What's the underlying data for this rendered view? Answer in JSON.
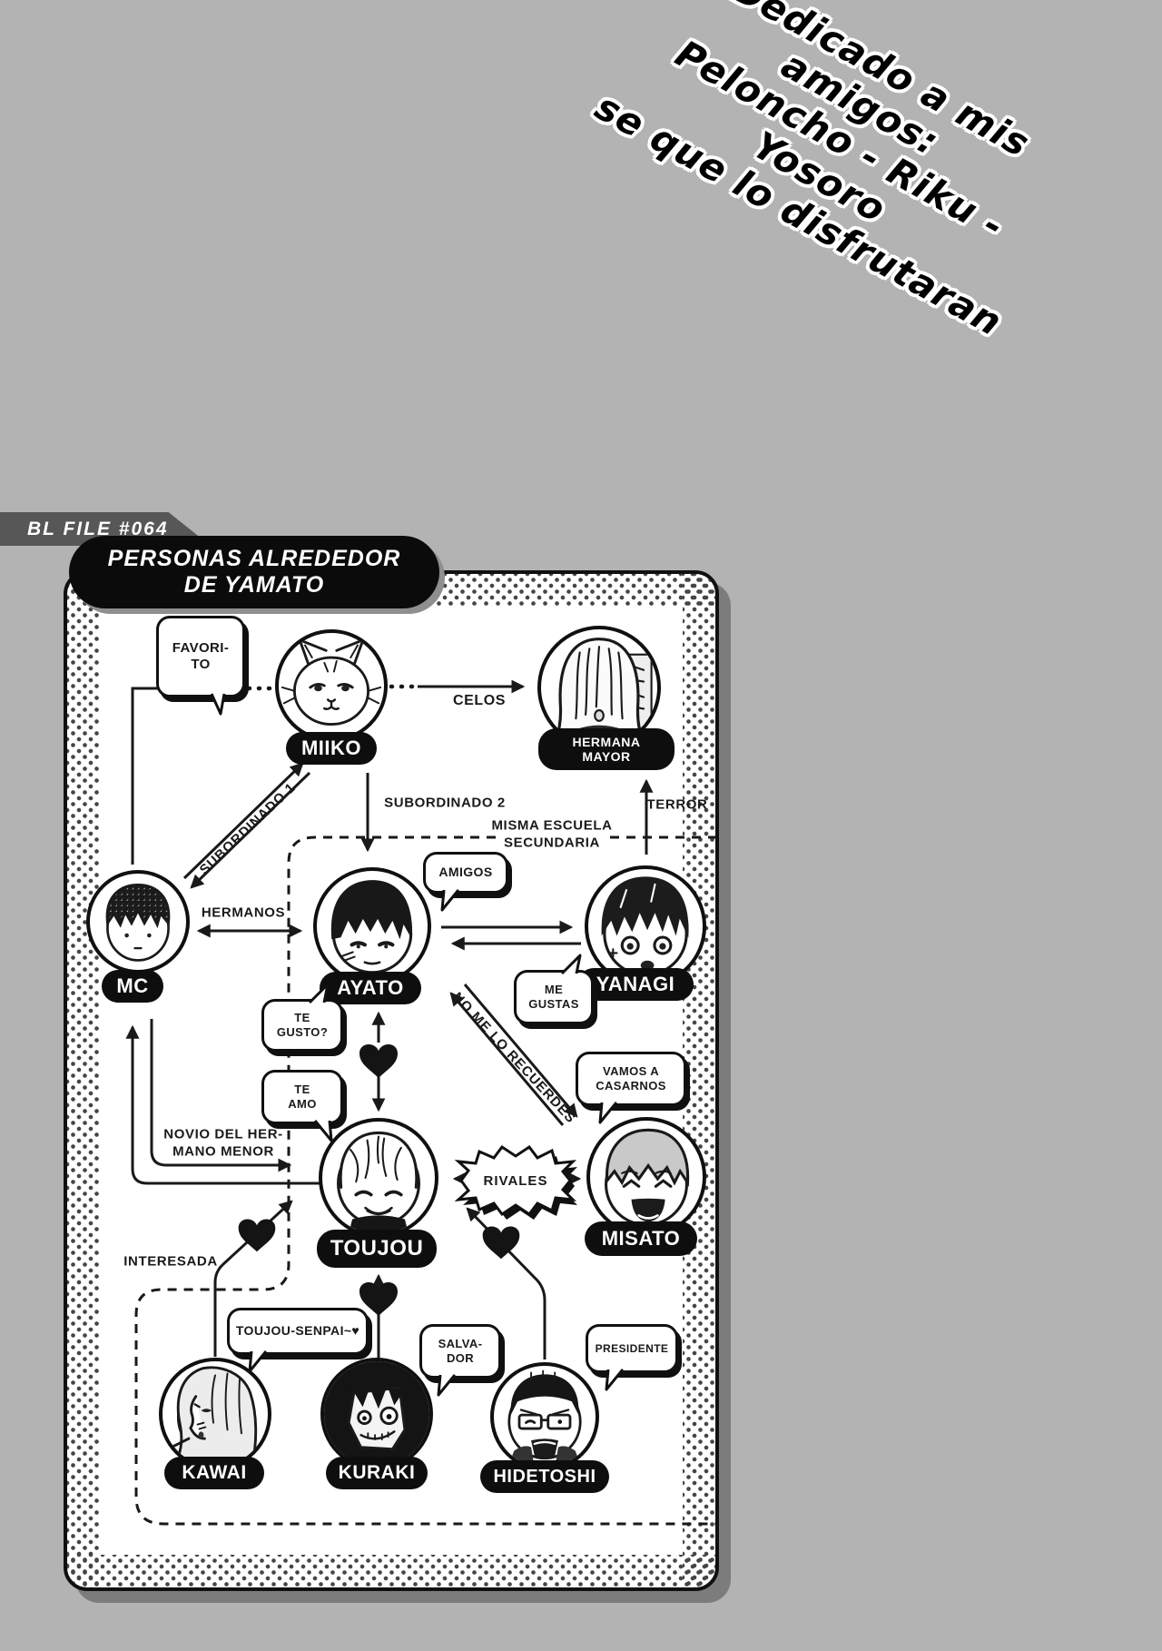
{
  "colors": {
    "background": "#b3b3b3",
    "panel": "#ffffff",
    "ink": "#111111",
    "banner_gray": "#575757",
    "shadow_gray": "#7c7c7c"
  },
  "dedication": {
    "line1": "Dedicado a mis amigos:",
    "line2": "Peloncho - Riku - Yosoro",
    "line3": "se que lo disfrutaran"
  },
  "badge": {
    "label": "BL FILE #064"
  },
  "title": {
    "line1": "PERSONAS ALREDEDOR",
    "line2": "DE YAMATO"
  },
  "characters": {
    "miiko": {
      "name": "MIIKO",
      "avatar": "cat-face"
    },
    "hermana_mayor": {
      "name_line1": "HERMANA",
      "name_line2": "MAYOR",
      "avatar": "long-haired-girl"
    },
    "mc": {
      "name": "MC",
      "avatar": "plain-boy"
    },
    "ayato": {
      "name": "AYATO",
      "avatar": "black-haired-boy"
    },
    "yanagi": {
      "name": "YANAGI",
      "avatar": "surprised-boy"
    },
    "toujou": {
      "name": "TOUJOU",
      "avatar": "smiling-light-haired-man"
    },
    "misato": {
      "name": "MISATO",
      "avatar": "laughing-boy"
    },
    "kawai": {
      "name": "KAWAI",
      "avatar": "side-profile-girl"
    },
    "kuraki": {
      "name": "KURAKI",
      "avatar": "dark-grinning-figure"
    },
    "hidetoshi": {
      "name": "HIDETOSHI",
      "avatar": "glasses-man"
    }
  },
  "relations": {
    "celos": "CELOS",
    "subordinado1": "SUBORDINADO 1",
    "subordinado2": "SUBORDINADO 2",
    "terror": "TERROR",
    "misma_escuela_line1": "MISMA ESCUELA",
    "misma_escuela_line2": "SECUNDARIA",
    "hermanos": "HERMANOS",
    "no_me_lo_recuerdes": "NO ME LO RECUERDES",
    "rivales": "RIVALES",
    "novio_line1": "NOVIO DEL HER-",
    "novio_line2": "MANO MENOR",
    "interesada": "INTERESADA"
  },
  "bubbles": {
    "favorito": {
      "line1": "FAVORI-",
      "line2": "TO"
    },
    "amigos": {
      "line1": "AMIGOS"
    },
    "me_gustas": {
      "line1": "ME",
      "line2": "GUSTAS"
    },
    "te_gusto": {
      "line1": "TE",
      "line2": "GUSTO?"
    },
    "te_amo": {
      "line1": "TE",
      "line2": "AMO"
    },
    "vamos_a_casarnos": {
      "line1": "VAMOS A",
      "line2": "CASARNOS"
    },
    "toujou_senpai": {
      "line1": "TOUJOU-SENPAI~♥"
    },
    "salvador": {
      "line1": "SALVA-",
      "line2": "DOR"
    },
    "presidente": {
      "line1": "PRESIDENTE"
    }
  }
}
